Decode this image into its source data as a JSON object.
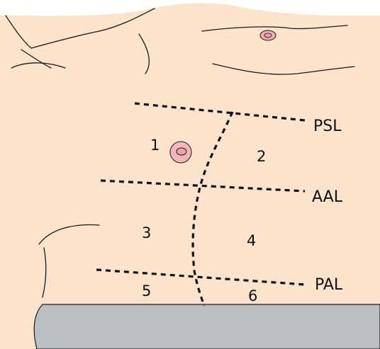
{
  "colors": {
    "skin": "#fbe3cc",
    "drape": "#b9bfc3",
    "nipple": "#f0aeb0",
    "line": "#111111"
  },
  "lines": {
    "psl": "PSL",
    "aal": "AAL",
    "pal": "PAL"
  },
  "regions": [
    "1",
    "2",
    "3",
    "4",
    "5",
    "6"
  ]
}
